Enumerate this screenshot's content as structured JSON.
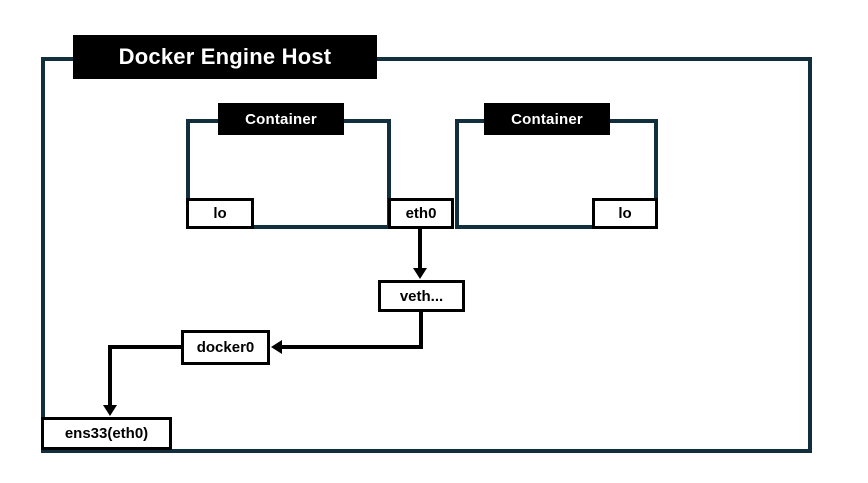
{
  "diagram": {
    "title": "Docker Engine Host",
    "host": {
      "label": "Docker Engine Host",
      "border_color": "#122f3e",
      "banner_bg": "#000000",
      "banner_fg": "#ffffff"
    },
    "containers": [
      {
        "id": "container-left",
        "label": "Container",
        "interfaces": [
          {
            "id": "lo-left",
            "label": "lo"
          },
          {
            "id": "eth0-left",
            "label": "eth0"
          }
        ]
      },
      {
        "id": "container-right",
        "label": "Container",
        "interfaces": [
          {
            "id": "lo-right",
            "label": "lo"
          }
        ]
      }
    ],
    "host_nodes": [
      {
        "id": "veth",
        "label": "veth..."
      },
      {
        "id": "docker0",
        "label": "docker0"
      },
      {
        "id": "ens33",
        "label": "ens33(eth0)"
      }
    ],
    "connections": [
      {
        "id": "eth0-to-veth",
        "from": "eth0",
        "to": "veth..."
      },
      {
        "id": "veth-to-docker0",
        "from": "veth...",
        "to": "docker0"
      },
      {
        "id": "docker0-to-ens33",
        "from": "docker0",
        "to": "ens33(eth0)"
      }
    ],
    "colors": {
      "host_border": "#122f3e",
      "container_border": "#122f3e",
      "node_border": "#000000",
      "banner_background": "#000000",
      "banner_text": "#ffffff",
      "node_text": "#000000",
      "canvas_background": "#ffffff"
    }
  }
}
